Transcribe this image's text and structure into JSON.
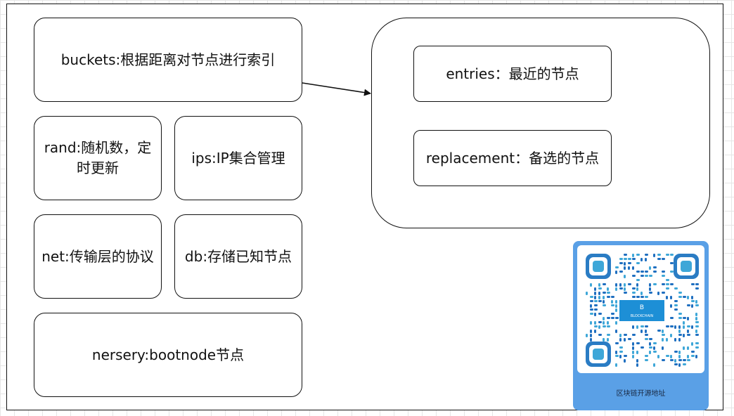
{
  "nodes": {
    "buckets": "buckets:根据距离对节点进行索引",
    "rand": "rand:随机数，定时更新",
    "ips": "ips:IP集合管理",
    "net": "net:传输层的协议",
    "db": "db:存储已知节点",
    "nersery": "nersery:bootnode节点",
    "entries": "entries：最近的节点",
    "replacement": "replacement：备选的节点"
  },
  "qr": {
    "caption": "区块链开源地址",
    "logo_text": "BLOCKCHAIN",
    "color": "#1f6fc0"
  }
}
